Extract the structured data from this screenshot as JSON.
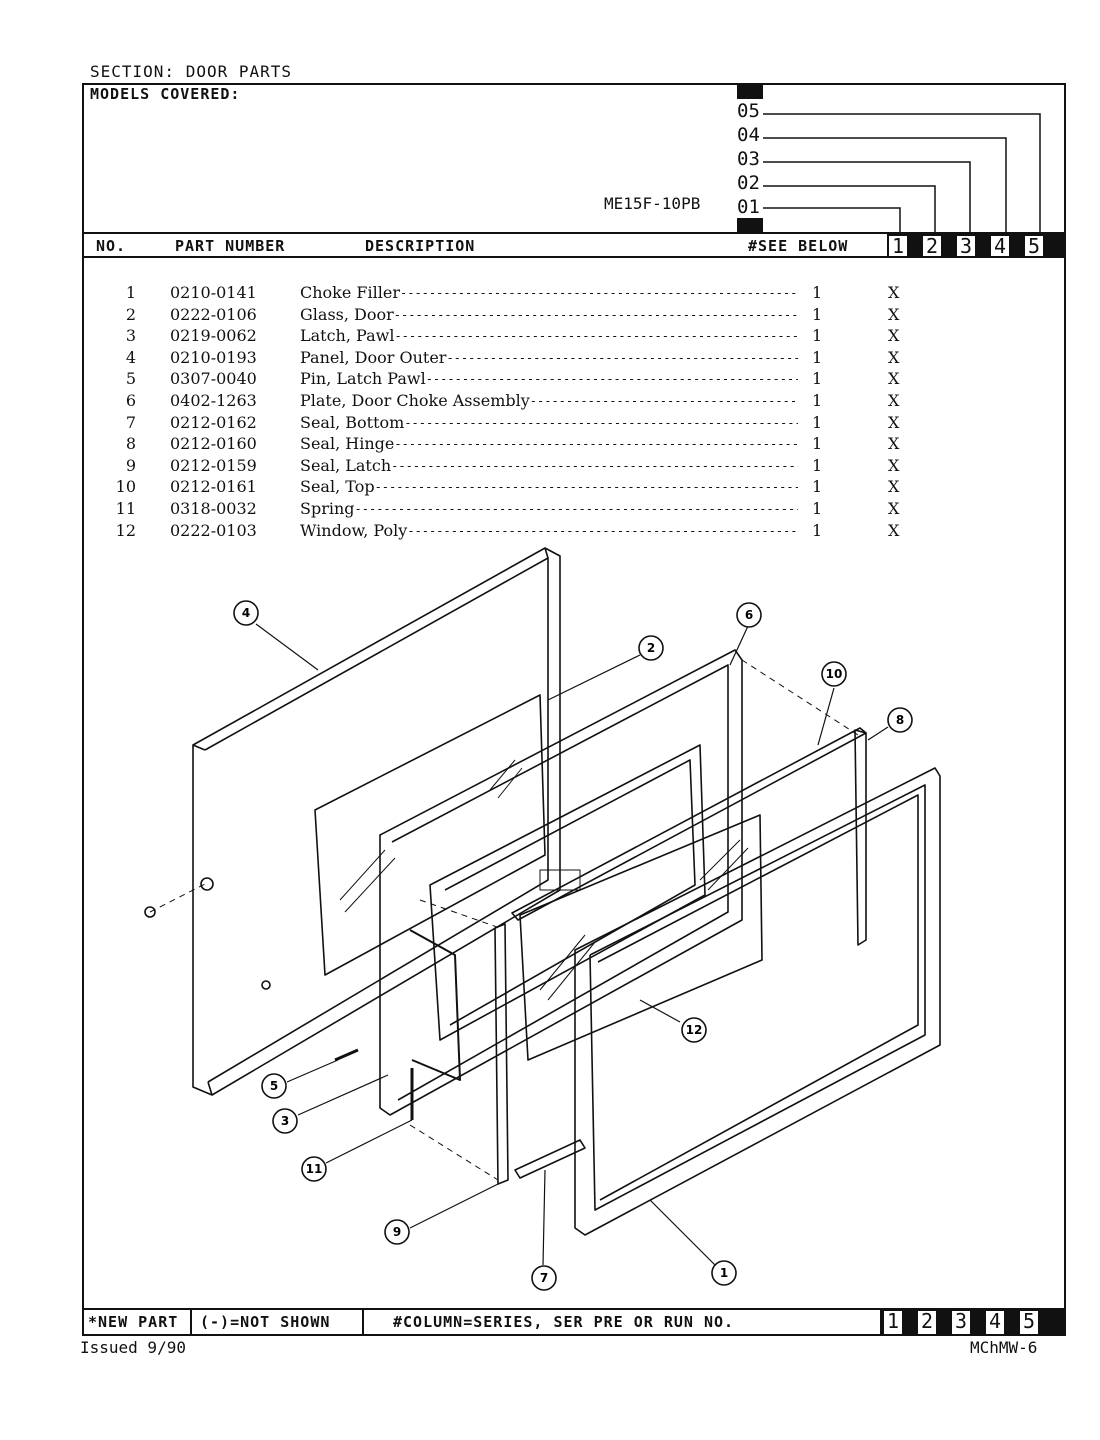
{
  "section": "SECTION: DOOR PARTS",
  "models_covered_label": "MODELS COVERED:",
  "model": "ME15F-10PB",
  "series_codes": [
    "05",
    "04",
    "03",
    "02",
    "01"
  ],
  "columns": {
    "no": "NO.",
    "part_number": "PART NUMBER",
    "description": "DESCRIPTION",
    "see_below": "#SEE BELOW",
    "series": [
      "1",
      "2",
      "3",
      "4",
      "5"
    ]
  },
  "parts": [
    {
      "no": "1",
      "part": "0210-0141",
      "desc": "Choke Filler",
      "qty": "1",
      "mark": "X"
    },
    {
      "no": "2",
      "part": "0222-0106",
      "desc": "Glass, Door",
      "qty": "1",
      "mark": "X"
    },
    {
      "no": "3",
      "part": "0219-0062",
      "desc": "Latch, Pawl",
      "qty": "1",
      "mark": "X"
    },
    {
      "no": "4",
      "part": "0210-0193",
      "desc": "Panel, Door Outer",
      "qty": "1",
      "mark": "X"
    },
    {
      "no": "5",
      "part": "0307-0040",
      "desc": "Pin, Latch Pawl",
      "qty": "1",
      "mark": "X"
    },
    {
      "no": "6",
      "part": "0402-1263",
      "desc": "Plate, Door Choke Assembly",
      "qty": "1",
      "mark": "X"
    },
    {
      "no": "7",
      "part": "0212-0162",
      "desc": "Seal, Bottom",
      "qty": "1",
      "mark": "X"
    },
    {
      "no": "8",
      "part": "0212-0160",
      "desc": "Seal, Hinge",
      "qty": "1",
      "mark": "X"
    },
    {
      "no": "9",
      "part": "0212-0159",
      "desc": "Seal, Latch",
      "qty": "1",
      "mark": "X"
    },
    {
      "no": "10",
      "part": "0212-0161",
      "desc": "Seal, Top",
      "qty": "1",
      "mark": "X"
    },
    {
      "no": "11",
      "part": "0318-0032",
      "desc": "Spring",
      "qty": "1",
      "mark": "X"
    },
    {
      "no": "12",
      "part": "0222-0103",
      "desc": "Window, Poly",
      "qty": "1",
      "mark": "X"
    }
  ],
  "callouts": [
    "4",
    "2",
    "6",
    "10",
    "8",
    "5",
    "3",
    "11",
    "9",
    "7",
    "1",
    "12"
  ],
  "footer": {
    "new_part": "*NEW PART",
    "not_shown": "(-)=NOT SHOWN",
    "column_note": "#COLUMN=SERIES, SER PRE OR RUN NO.",
    "series": [
      "1",
      "2",
      "3",
      "4",
      "5"
    ],
    "issued": "Issued 9/90",
    "page_code": "MChMW-6"
  }
}
